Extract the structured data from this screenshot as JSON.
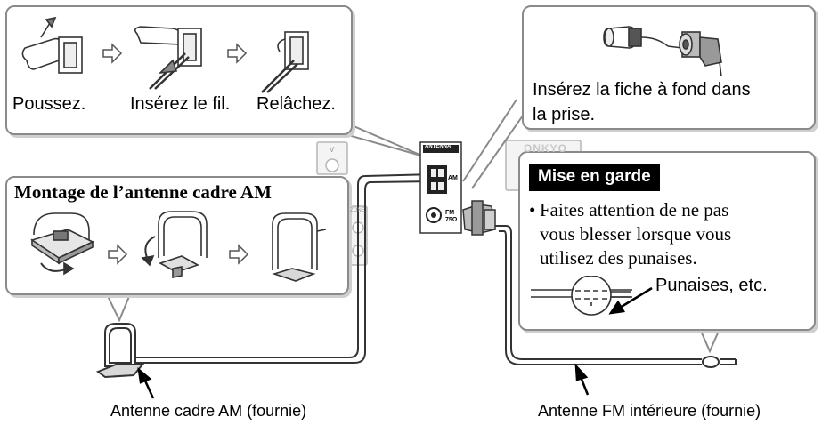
{
  "steps": {
    "push": "Poussez.",
    "insert": "Insérez le fil.",
    "release": "Relâchez."
  },
  "fm_plug": {
    "text_line1": "Insérez la fiche à fond dans",
    "text_line2": "la prise."
  },
  "am_assembly": {
    "title": "Montage de l’antenne cadre AM"
  },
  "panel": {
    "antenna_label": "ANTENNA",
    "am_label": "AM",
    "fm_label": "FM",
    "fm_ohm": "75Ω",
    "brand": "ONKYO",
    "zone_label": "ZONE",
    "v_label": "V"
  },
  "caution": {
    "heading": "Mise en garde",
    "bullet": "•",
    "line1": "Faites attention de ne pas",
    "line2": "vous blesser lorsque vous",
    "line3": "utilisez des punaises.",
    "tacks_label": "Punaises, etc."
  },
  "captions": {
    "am_antenna": "Antenne cadre AM (fournie)",
    "fm_antenna": "Antenne FM intérieure (fournie)"
  },
  "colors": {
    "panel_border": "#8a8a8a",
    "caution_bg": "#000000",
    "caution_fg": "#ffffff"
  }
}
